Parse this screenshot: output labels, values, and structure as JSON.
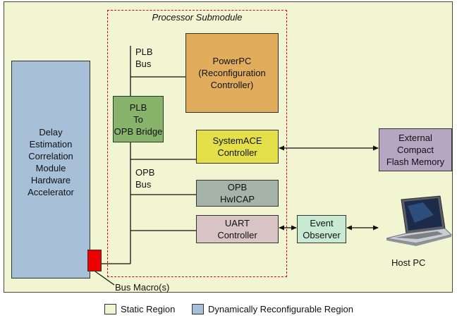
{
  "diagram": {
    "processor_submodule_title": "Processor Submodule",
    "blocks": {
      "hardware_accelerator": "Delay\nEstimation\nCorrelation\nModule\nHardware\nAccelerator",
      "plb_bridge": "PLB\nTo\nOPB Bridge",
      "powerpc": "PowerPC\n(Reconfiguration\nController)",
      "systemace": "SystemACE\nController",
      "opb_hwicap": "OPB\nHwICAP",
      "uart": "UART\nController",
      "event_observer": "Event\nObserver",
      "external_flash": "External\nCompact\nFlash Memory"
    },
    "labels": {
      "plb_bus": "PLB\nBus",
      "opb_bus": "OPB\nBus",
      "bus_macro": "Bus Macro(s)",
      "host_pc": "Host PC"
    },
    "legend": {
      "static_region": "Static Region",
      "dynamic_region": "Dynamically Reconfigurable Region"
    },
    "colors": {
      "static_region": "#f2f5d2",
      "dynamic_region": "#a7c0d8",
      "processor_border": "#e0001b",
      "bus_macro": "#ee0000"
    }
  }
}
